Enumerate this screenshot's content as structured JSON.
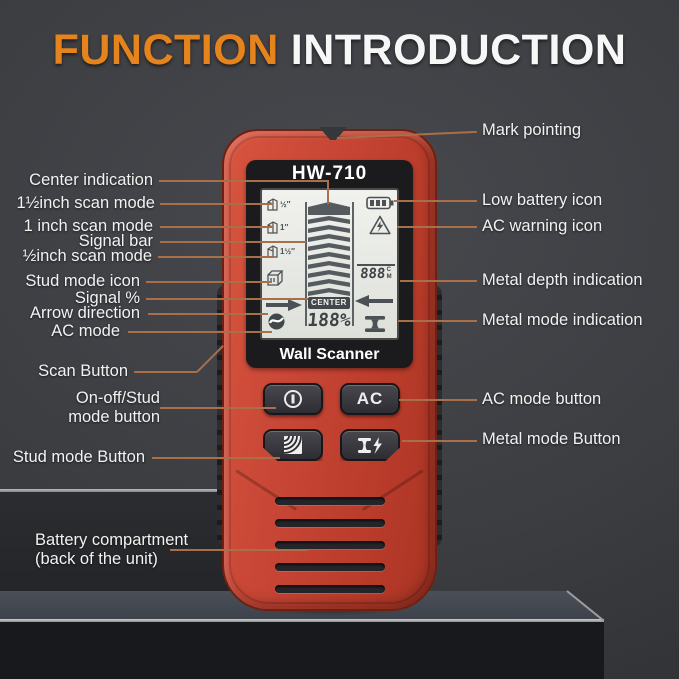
{
  "title": {
    "highlight": "FUNCTION",
    "rest": "INTRODUCTION"
  },
  "device": {
    "model": "HW-710",
    "label": "Wall Scanner",
    "screen": {
      "scan_modes": [
        "½″",
        "1″",
        "1½″"
      ],
      "center_badge": "CENTER",
      "signal_percent": "188%",
      "metal_depth": "888",
      "depth_unit_top": "C",
      "depth_unit_bottom": "M"
    },
    "buttons": {
      "ac_label": "AC"
    }
  },
  "callouts": {
    "left": [
      {
        "text": "Center indication"
      },
      {
        "text": "1½inch scan mode"
      },
      {
        "text": "1 inch scan mode"
      },
      {
        "text": "Signal bar"
      },
      {
        "text": "½inch scan mode"
      },
      {
        "text": "Stud mode icon"
      },
      {
        "text": "Signal %"
      },
      {
        "text": "Arrow direction"
      },
      {
        "text": "AC mode"
      },
      {
        "text": "Scan Button"
      },
      {
        "text": "On-off/Stud\nmode button"
      },
      {
        "text": "Stud mode Button"
      },
      {
        "text": "Battery compartment\n(back of the unit)"
      }
    ],
    "right": [
      {
        "text": "Mark pointing"
      },
      {
        "text": "Low battery icon"
      },
      {
        "text": "AC warning icon"
      },
      {
        "text": "Metal depth indication"
      },
      {
        "text": "Metal mode indication"
      },
      {
        "text": "AC mode button"
      },
      {
        "text": "Metal mode Button"
      }
    ]
  },
  "colors": {
    "accent_orange": "#e5831d",
    "device_red": "#c24433",
    "callout_line": "#a86f48"
  }
}
